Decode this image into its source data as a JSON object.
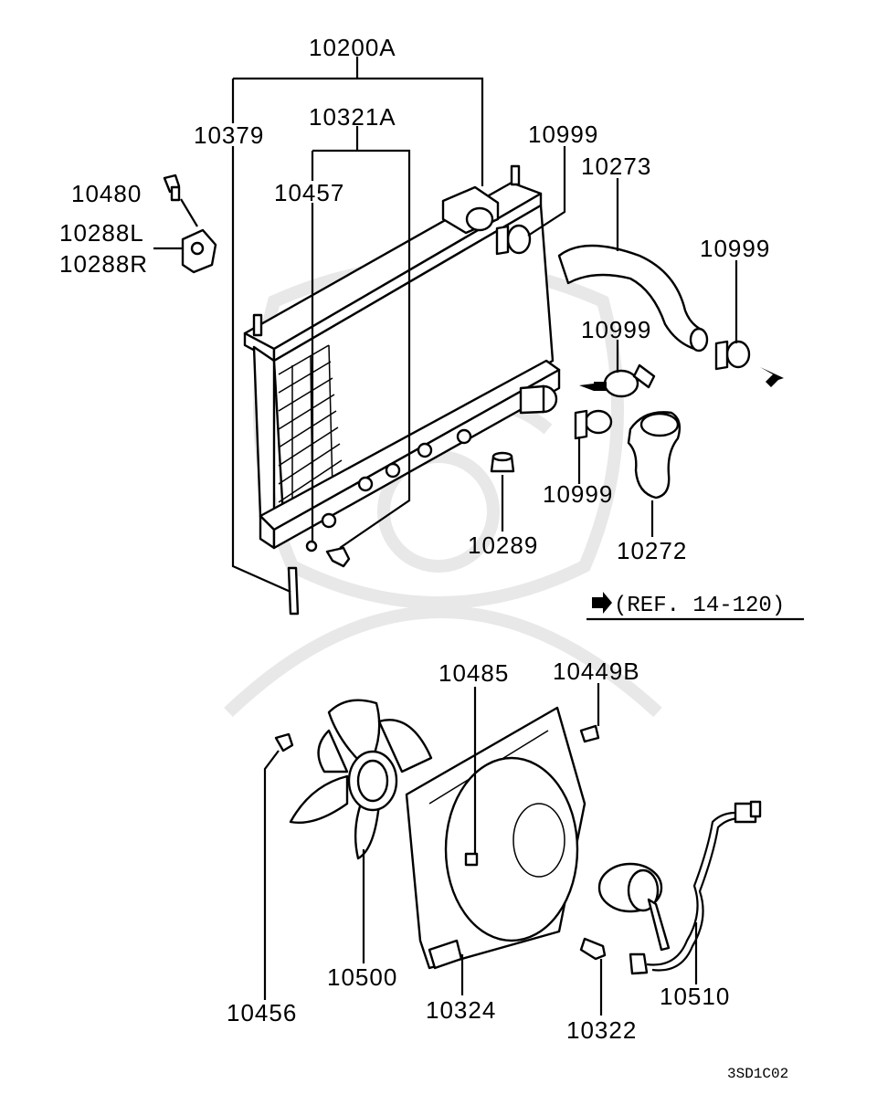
{
  "labels": {
    "p10200A": "10200A",
    "p10321A": "10321A",
    "p10379": "10379",
    "p10457": "10457",
    "p10480": "10480",
    "p10288L": "10288L",
    "p10288R": "10288R",
    "p10999_a": "10999",
    "p10273": "10273",
    "p10999_b": "10999",
    "p10999_c": "10999",
    "p10999_d": "10999",
    "p10272": "10272",
    "p10289": "10289",
    "p10485": "10485",
    "p10449B": "10449B",
    "p10456": "10456",
    "p10500": "10500",
    "p10324": "10324",
    "p10322": "10322",
    "p10510": "10510"
  },
  "reference": "(REF. 14-120)",
  "diagram_code": "3SD1C02",
  "icons": [
    "arrow-right-icon",
    "arrow-left-icon",
    "reference-arrow-icon"
  ],
  "colors": {
    "ink": "#000000",
    "watermark": "#e8e8e8",
    "background": "#ffffff"
  }
}
